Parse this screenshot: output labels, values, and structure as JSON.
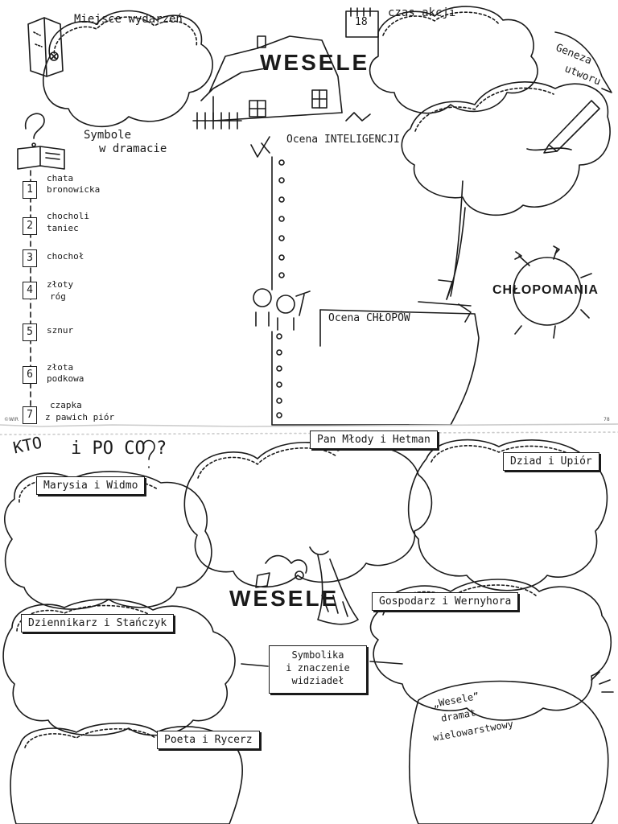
{
  "page_top": {
    "title": "WESELE",
    "place_label": "Miejsce wydarzeń",
    "time_label": "czas akcji",
    "calendar_day": "18",
    "genesis_label_1": "Geneza",
    "genesis_label_2": "utworu",
    "symbols_label_1": "Symbole",
    "symbols_label_2": "w dramacie",
    "intelligentsia_label": "Ocena INTELIGENCJI",
    "peasants_label": "Ocena CHŁOPÓW",
    "peasant_mania": "CHŁOPOMANIA",
    "symbols": [
      {
        "num": "1",
        "line1": "chata",
        "line2": "bronowicka"
      },
      {
        "num": "2",
        "line1": "chocholi",
        "line2": "taniec"
      },
      {
        "num": "3",
        "line1": "chochoł",
        "line2": ""
      },
      {
        "num": "4",
        "line1": "złoty",
        "line2": "róg"
      },
      {
        "num": "5",
        "line1": "sznur",
        "line2": ""
      },
      {
        "num": "6",
        "line1": "złota",
        "line2": "podkowa"
      },
      {
        "num": "7",
        "line1": "czapka",
        "line2": "z pawich piór"
      }
    ],
    "corner_left": "©WIR",
    "corner_right": "78"
  },
  "page_bottom": {
    "heading_partial": "KTO",
    "heading_2": "i PO CO ?",
    "title": "WESELE",
    "pairs": {
      "marysia": "Marysia i Widmo",
      "pan_mlody": "Pan Młody i Hetman",
      "dziad": "Dziad i Upiór",
      "dziennikarz": "Dziennikarz i Stańczyk",
      "gospodarz": "Gospodarz i Wernyhora",
      "poeta": "Poeta i Rycerz"
    },
    "center_1": "Symbolika",
    "center_2": "i znaczenie",
    "center_3": "widziadeł",
    "genre_1": "„Wesele”",
    "genre_2": "dramat",
    "genre_3": "wielowarstwowy"
  }
}
